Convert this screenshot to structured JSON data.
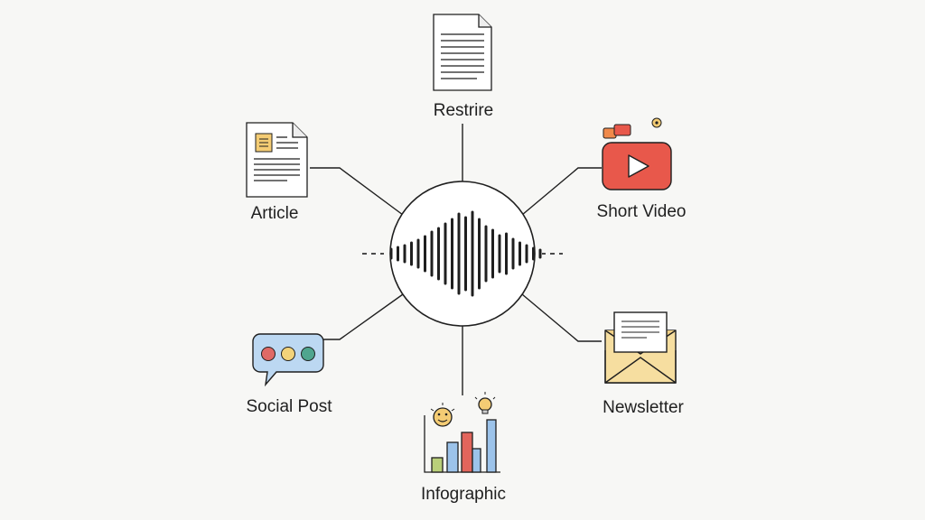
{
  "hub": {
    "icon": "audio-waveform-icon"
  },
  "nodes": {
    "top": {
      "label": "Restrire",
      "icon": "document-icon"
    },
    "article": {
      "label": "Article",
      "icon": "article-icon"
    },
    "short_video": {
      "label": "Short Video",
      "icon": "video-play-icon"
    },
    "social_post": {
      "label": "Social Post",
      "icon": "chat-bubble-icon"
    },
    "newsletter": {
      "label": "Newsletter",
      "icon": "envelope-icon"
    },
    "infographic": {
      "label": "Infographic",
      "icon": "bar-chart-icon"
    }
  },
  "colors": {
    "background": "#f7f7f5",
    "stroke": "#1f1f1f",
    "video_red": "#e8584b",
    "envelope_yellow": "#f6dea0",
    "bubble_blue": "#bcd8f2",
    "dot_red": "#e06a66",
    "dot_yellow": "#f2d37a",
    "dot_green": "#4fa58e",
    "bar_green": "#b9cf7a",
    "bar_red": "#e2655c",
    "bar_blue": "#9cc3ea",
    "note_yellow": "#f4cc74"
  }
}
